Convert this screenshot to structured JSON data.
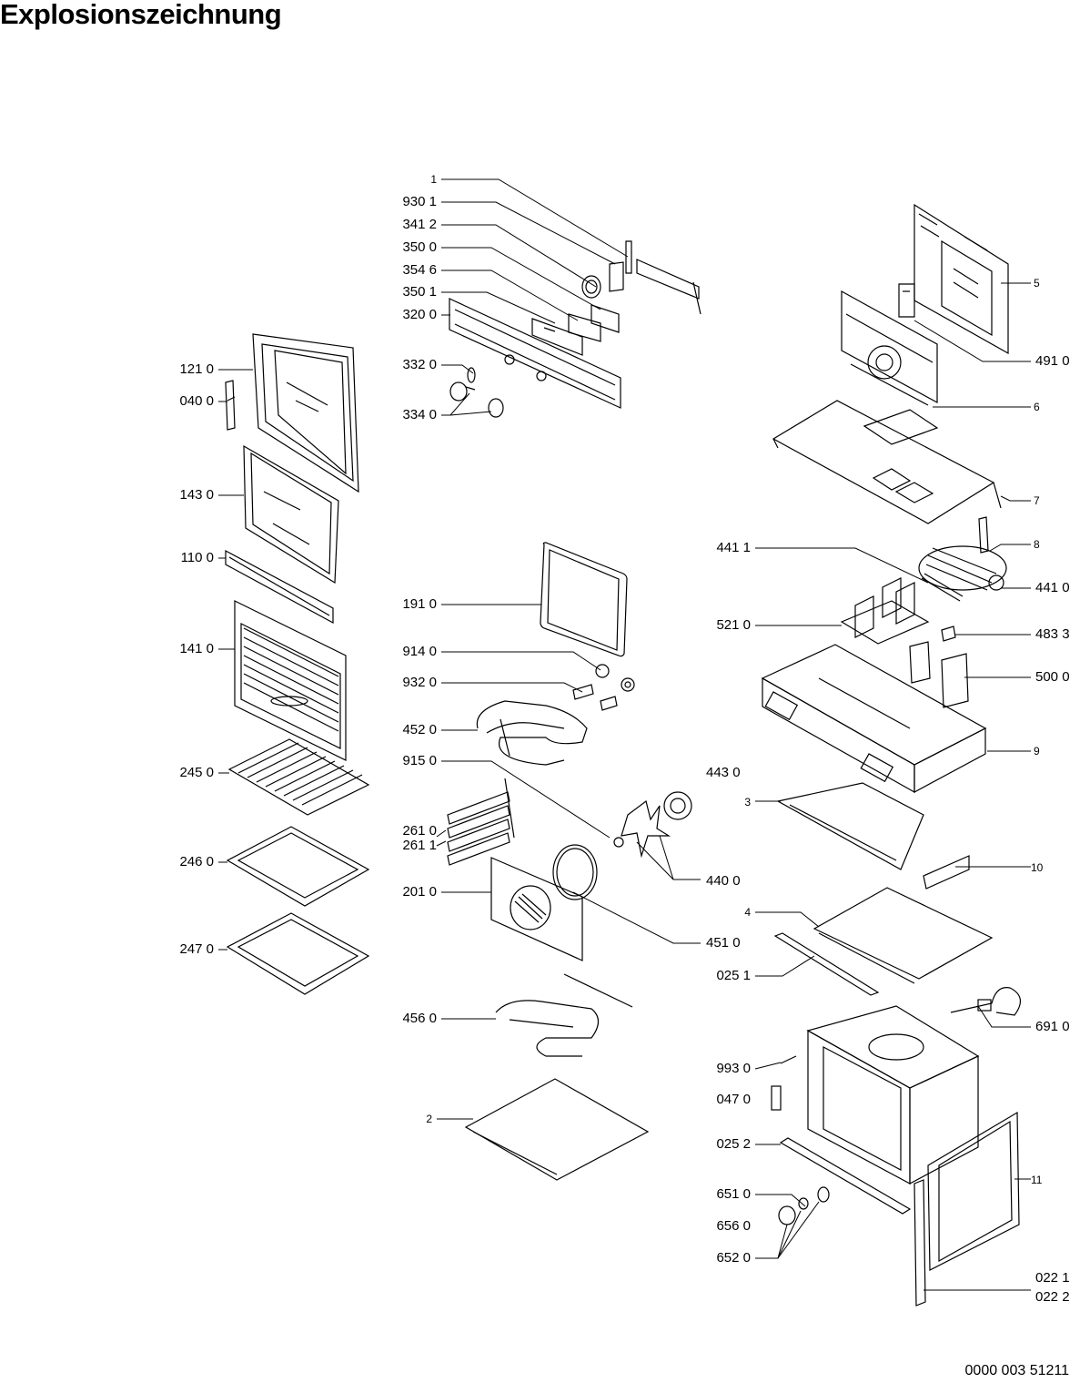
{
  "title": "Explosionszeichnung",
  "document_number": "0000 003 51211",
  "part_labels": {
    "p1": "1",
    "p9301": "930 1",
    "p3412": "341 2",
    "p3500": "350 0",
    "p3546": "354 6",
    "p3501": "350 1",
    "p3200": "320 0",
    "p3320": "332 0",
    "p3340": "334 0",
    "p1210": "121 0",
    "p0400": "040 0",
    "p1430": "143 0",
    "p1100": "110 0",
    "p1410": "141 0",
    "p2450": "245 0",
    "p2460": "246 0",
    "p2470": "247 0",
    "p1910": "191 0",
    "p9140": "914 0",
    "p9320": "932 0",
    "p4520": "452 0",
    "p9150": "915 0",
    "p2610": "261 0",
    "p2611": "261 1",
    "p2010": "201 0",
    "p4560": "456 0",
    "p2": "2",
    "p5": "5",
    "p4910": "491 0",
    "p6": "6",
    "p7": "7",
    "p8": "8",
    "p4411": "441 1",
    "p4410": "441 0",
    "p5210": "521 0",
    "p4833": "483 3",
    "p5000": "500 0",
    "p9": "9",
    "p4430": "443 0",
    "p3": "3",
    "p10": "10",
    "p4400": "440 0",
    "p4": "4",
    "p4510": "451 0",
    "p0251": "025 1",
    "p6910": "691 0",
    "p9930": "993 0",
    "p0470": "047 0",
    "p0252": "025 2",
    "p11": "11",
    "p6510": "651 0",
    "p6560": "656 0",
    "p6520": "652 0",
    "p0221": "022 1",
    "p0222": "022 2"
  }
}
